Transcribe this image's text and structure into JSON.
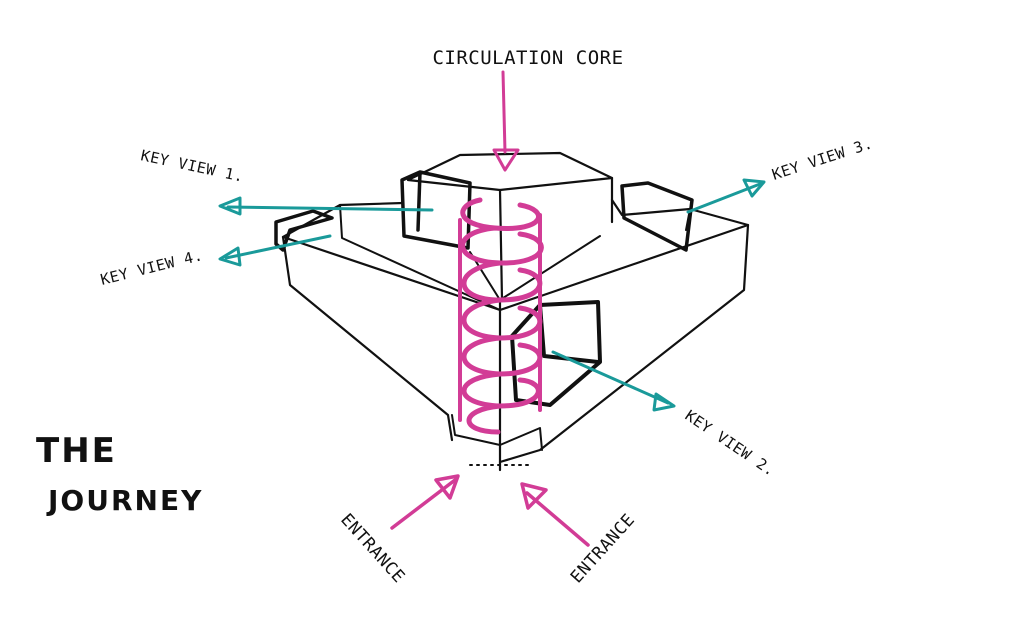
{
  "diagram": {
    "title_line1": "THE",
    "title_line2": "JOURNEY",
    "labels": {
      "circulation_core": "CIRCULATION CORE",
      "key_view_1": "KEY VIEW 1.",
      "key_view_2": "KEY VIEW 2.",
      "key_view_3": "KEY VIEW 3.",
      "key_view_4": "KEY VIEW 4.",
      "entrance_left": "ENTRANCE",
      "entrance_right": "ENTRANCE"
    }
  },
  "colors": {
    "ink": "#111111",
    "core_pink": "#d23c96",
    "view_teal": "#1a9a9a",
    "background": "#ffffff"
  }
}
